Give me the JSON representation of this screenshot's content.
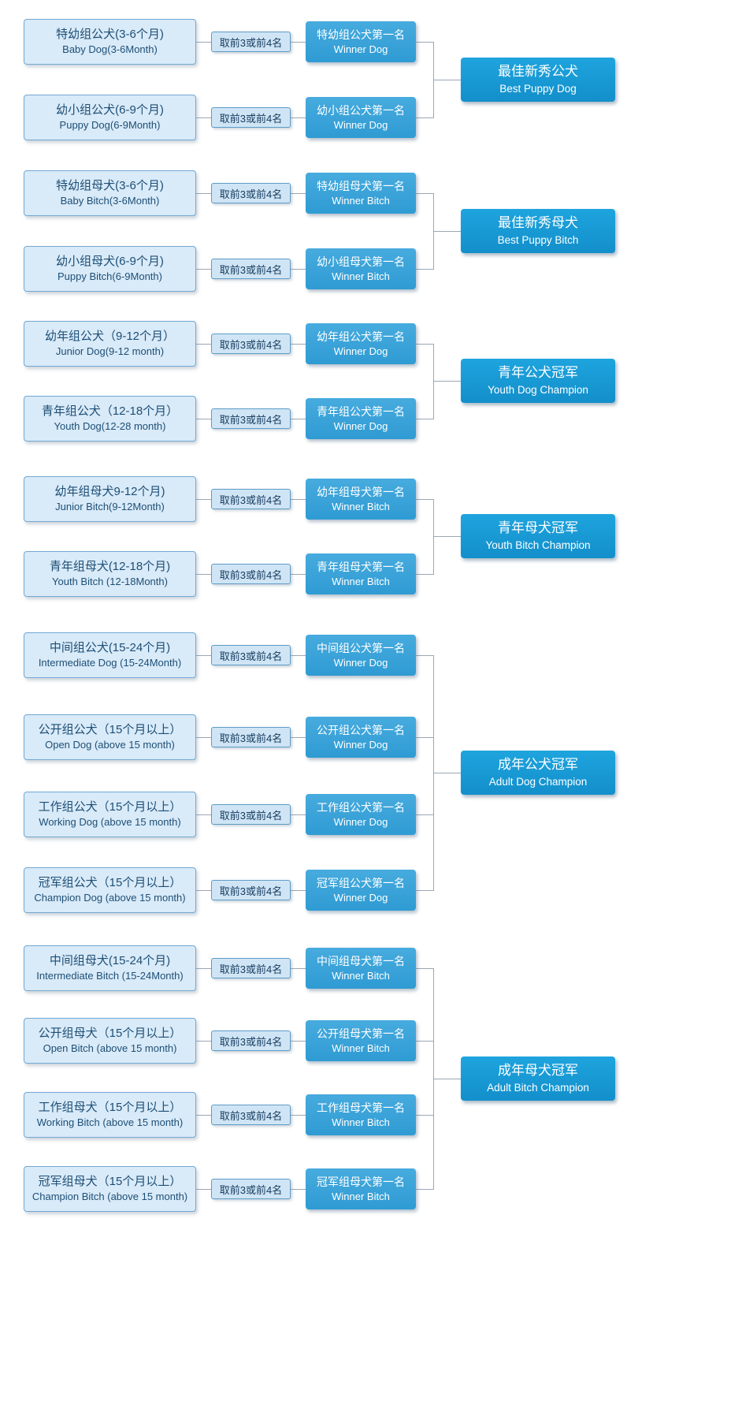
{
  "diagram": {
    "title": "dog-show-judging-bracket",
    "selector_label": "取前3或前4名",
    "colors": {
      "class_box_bg": "#d9eaf8",
      "class_box_border": "#74a9d2",
      "selector_bg": "#cfe5f5",
      "winner_bg": "#35a3da",
      "champion_bg": "#1a9ad5",
      "text_dark": "#1d4f76"
    },
    "groups": [
      {
        "champion": {
          "cn": "最佳新秀公犬",
          "en": "Best Puppy Dog"
        },
        "rows": [
          {
            "class_cn": "特幼组公犬(3-6个月)",
            "class_en": "Baby Dog(3-6Month)",
            "winner_cn": "特幼组公犬第一名",
            "winner_en": "Winner Dog"
          },
          {
            "class_cn": "幼小组公犬(6-9个月)",
            "class_en": "Puppy Dog(6-9Month)",
            "winner_cn": "幼小组公犬第一名",
            "winner_en": "Winner Dog"
          }
        ]
      },
      {
        "champion": {
          "cn": "最佳新秀母犬",
          "en": "Best Puppy Bitch"
        },
        "rows": [
          {
            "class_cn": "特幼组母犬(3-6个月)",
            "class_en": "Baby Bitch(3-6Month)",
            "winner_cn": "特幼组母犬第一名",
            "winner_en": "Winner Bitch"
          },
          {
            "class_cn": "幼小组母犬(6-9个月)",
            "class_en": "Puppy Bitch(6-9Month)",
            "winner_cn": "幼小组母犬第一名",
            "winner_en": "Winner Bitch"
          }
        ]
      },
      {
        "champion": {
          "cn": "青年公犬冠军",
          "en": "Youth Dog Champion"
        },
        "rows": [
          {
            "class_cn": "幼年组公犬（9-12个月）",
            "class_en": "Junior Dog(9-12 month)",
            "winner_cn": "幼年组公犬第一名",
            "winner_en": "Winner Dog"
          },
          {
            "class_cn": "青年组公犬（12-18个月）",
            "class_en": "Youth Dog(12-28 month)",
            "winner_cn": "青年组公犬第一名",
            "winner_en": "Winner Dog"
          }
        ]
      },
      {
        "champion": {
          "cn": "青年母犬冠军",
          "en": "Youth Bitch Champion"
        },
        "rows": [
          {
            "class_cn": "幼年组母犬9-12个月)",
            "class_en": "Junior Bitch(9-12Month)",
            "winner_cn": "幼年组母犬第一名",
            "winner_en": "Winner Bitch"
          },
          {
            "class_cn": "青年组母犬(12-18个月)",
            "class_en": "Youth Bitch (12-18Month)",
            "winner_cn": "青年组母犬第一名",
            "winner_en": "Winner Bitch"
          }
        ]
      },
      {
        "champion": {
          "cn": "成年公犬冠军",
          "en": "Adult Dog Champion"
        },
        "rows": [
          {
            "class_cn": "中间组公犬(15-24个月)",
            "class_en": "Intermediate Dog (15-24Month)",
            "winner_cn": "中间组公犬第一名",
            "winner_en": "Winner Dog"
          },
          {
            "class_cn": "公开组公犬（15个月以上）",
            "class_en": "Open Dog (above 15 month)",
            "winner_cn": "公开组公犬第一名",
            "winner_en": "Winner Dog"
          },
          {
            "class_cn": "工作组公犬（15个月以上）",
            "class_en": "Working Dog (above 15 month)",
            "winner_cn": "工作组公犬第一名",
            "winner_en": "Winner Dog"
          },
          {
            "class_cn": "冠军组公犬（15个月以上）",
            "class_en": "Champion Dog (above 15 month)",
            "winner_cn": "冠军组公犬第一名",
            "winner_en": "Winner Dog"
          }
        ]
      },
      {
        "champion": {
          "cn": "成年母犬冠军",
          "en": "Adult Bitch Champion"
        },
        "rows": [
          {
            "class_cn": "中间组母犬(15-24个月)",
            "class_en": "Intermediate Bitch (15-24Month)",
            "winner_cn": "中间组母犬第一名",
            "winner_en": "Winner Bitch"
          },
          {
            "class_cn": "公开组母犬（15个月以上）",
            "class_en": "Open Bitch (above 15 month)",
            "winner_cn": "公开组母犬第一名",
            "winner_en": "Winner Bitch"
          },
          {
            "class_cn": "工作组母犬（15个月以上）",
            "class_en": "Working Bitch (above 15 month)",
            "winner_cn": "工作组母犬第一名",
            "winner_en": "Winner Bitch"
          },
          {
            "class_cn": "冠军组母犬（15个月以上）",
            "class_en": "Champion Bitch (above 15 month)",
            "winner_cn": "冠军组母犬第一名",
            "winner_en": "Winner Bitch"
          }
        ]
      }
    ]
  }
}
